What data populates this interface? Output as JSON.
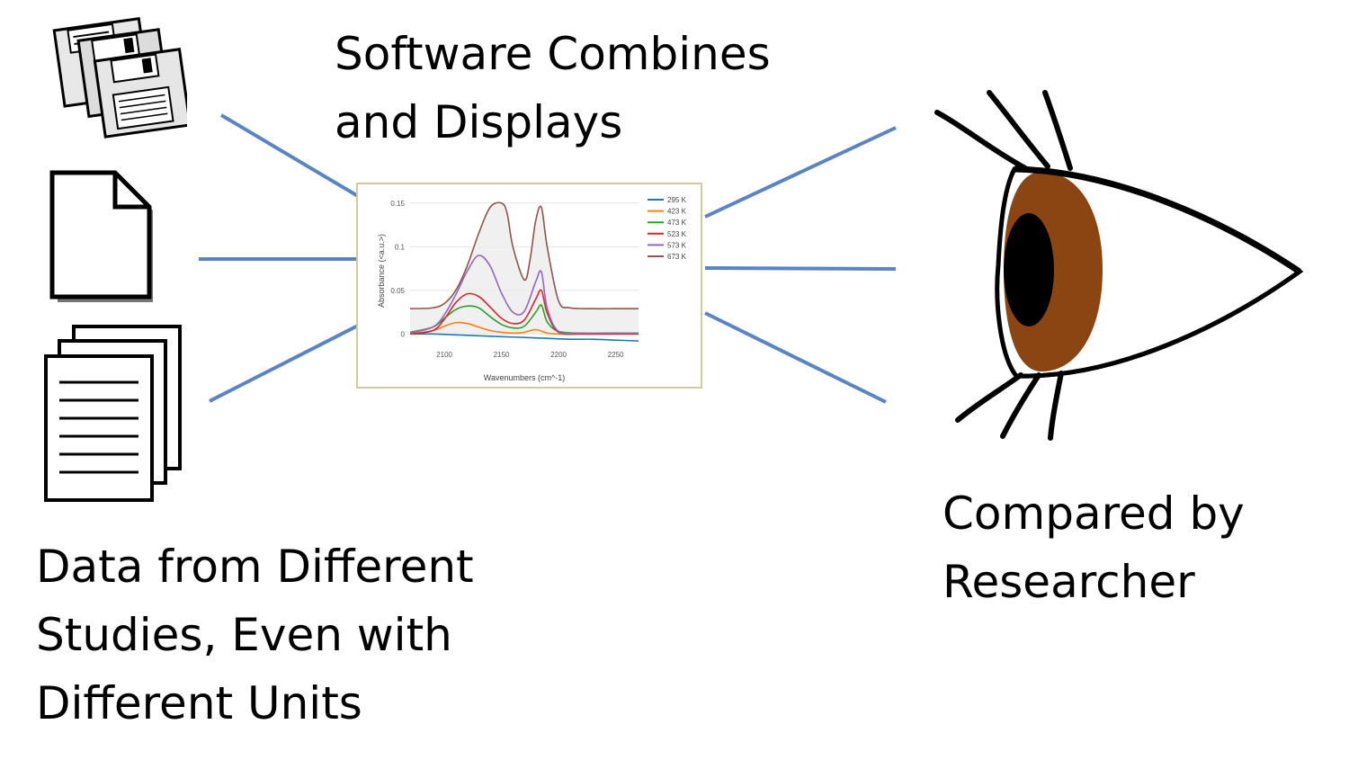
{
  "captions": {
    "software_line1": "Software Combines",
    "software_line2": "and Displays",
    "data_line1": "Data from Different",
    "data_line2": "Studies, Even with",
    "data_line3": "Different Units",
    "compared_line1": "Compared by",
    "compared_line2": "Researcher"
  },
  "icons": {
    "left": [
      "floppy-disks-icon",
      "document-icon",
      "document-stack-icon"
    ],
    "right": "eye-icon"
  },
  "colors": {
    "connector": "#5b84c4",
    "iris": "#8b4513",
    "chart_border": "#d4c9a3"
  },
  "chart_data": {
    "type": "line",
    "xlabel": "Wavenumbers (cm^-1)",
    "ylabel": "Absorbance (<a.u.>)",
    "xlim": [
      2070,
      2270
    ],
    "ylim": [
      -0.012,
      0.157
    ],
    "x_ticks": [
      2100,
      2150,
      2200,
      2250
    ],
    "x_tick_labels": [
      "2100",
      "2150",
      "2200",
      "2250"
    ],
    "y_ticks": [
      0,
      0.05,
      0.1,
      0.15
    ],
    "y_tick_labels": [
      "0",
      "0.05",
      "0.1",
      "0.15"
    ],
    "grid": true,
    "legend_position": "top-right",
    "series": [
      {
        "name": "295 K",
        "color": "#1f77b4",
        "x": [
          2070,
          2090,
          2110,
          2130,
          2150,
          2170,
          2190,
          2210,
          2230,
          2250,
          2270
        ],
        "y": [
          0.0,
          0.0,
          -0.001,
          -0.002,
          -0.003,
          -0.004,
          -0.005,
          -0.006,
          -0.006,
          -0.007,
          -0.008
        ]
      },
      {
        "name": "423 K",
        "color": "#ff7f0e",
        "x": [
          2070,
          2090,
          2100,
          2110,
          2120,
          2130,
          2140,
          2150,
          2160,
          2170,
          2180,
          2190,
          2200,
          2220,
          2250,
          2270
        ],
        "y": [
          0.0,
          0.004,
          0.009,
          0.013,
          0.012,
          0.008,
          0.004,
          0.002,
          0.001,
          0.002,
          0.005,
          0.001,
          0.0,
          0.0,
          0.0,
          0.0
        ]
      },
      {
        "name": "473 K",
        "color": "#2ca02c",
        "x": [
          2070,
          2090,
          2100,
          2110,
          2120,
          2130,
          2140,
          2150,
          2160,
          2170,
          2180,
          2185,
          2190,
          2200,
          2220,
          2250,
          2270
        ],
        "y": [
          0.002,
          0.008,
          0.018,
          0.028,
          0.032,
          0.03,
          0.02,
          0.011,
          0.007,
          0.009,
          0.025,
          0.033,
          0.014,
          0.003,
          0.001,
          0.001,
          0.001
        ]
      },
      {
        "name": "523 K",
        "color": "#d62728",
        "x": [
          2070,
          2090,
          2100,
          2110,
          2120,
          2130,
          2140,
          2150,
          2160,
          2170,
          2180,
          2185,
          2190,
          2200,
          2220,
          2250,
          2270
        ],
        "y": [
          0.0,
          0.004,
          0.017,
          0.036,
          0.046,
          0.043,
          0.031,
          0.018,
          0.012,
          0.016,
          0.04,
          0.05,
          0.024,
          0.002,
          0.0,
          0.0,
          0.0
        ]
      },
      {
        "name": "573 K",
        "color": "#9467bd",
        "x": [
          2070,
          2090,
          2100,
          2110,
          2120,
          2130,
          2140,
          2150,
          2160,
          2170,
          2180,
          2185,
          2190,
          2200,
          2220,
          2250,
          2270
        ],
        "y": [
          0.001,
          0.008,
          0.022,
          0.045,
          0.072,
          0.09,
          0.078,
          0.047,
          0.025,
          0.026,
          0.06,
          0.071,
          0.03,
          0.003,
          0.001,
          0.001,
          0.001
        ]
      },
      {
        "name": "673 K",
        "color": "#8c564b",
        "x": [
          2070,
          2090,
          2100,
          2110,
          2120,
          2130,
          2140,
          2150,
          2155,
          2160,
          2170,
          2175,
          2180,
          2185,
          2190,
          2200,
          2210,
          2230,
          2250,
          2270
        ],
        "y": [
          0.029,
          0.03,
          0.035,
          0.05,
          0.078,
          0.115,
          0.145,
          0.15,
          0.138,
          0.1,
          0.062,
          0.085,
          0.13,
          0.145,
          0.1,
          0.038,
          0.03,
          0.029,
          0.029,
          0.029
        ]
      }
    ]
  }
}
